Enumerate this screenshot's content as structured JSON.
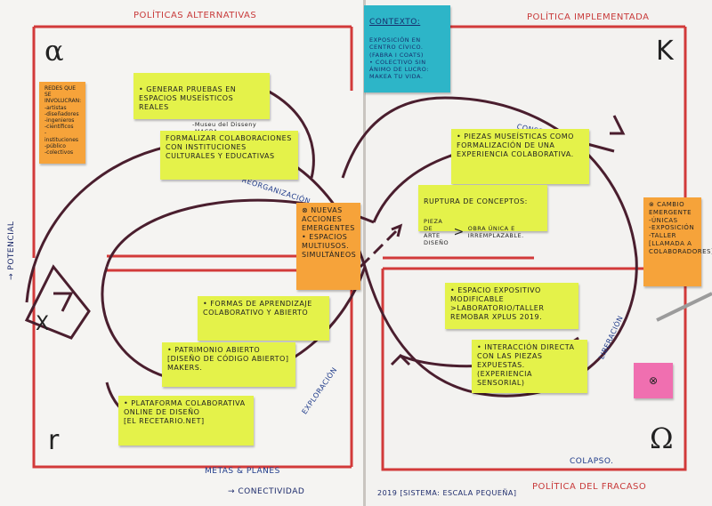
{
  "titles": {
    "politicas_alternativas": "POLÍTICAS ALTERNATIVAS",
    "politica_implementada": "POLÍTICA IMPLEMENTADA",
    "politica_fracaso": "POLÍTICA DEL FRACASO",
    "metas_planes": "METAS & PLANES",
    "potencial": "→ POTENCIAL",
    "conectividad": "→ CONECTIVIDAD",
    "sistema": "2019 [SISTEMA: ESCALA PEQUEÑA]"
  },
  "phases": {
    "reorganizacion": "REORGANIZACIÓN",
    "exploracion": "EXPLORACIÓN",
    "conservacion": "CONSERVACIÓN",
    "liberacion": "LIBERACIÓN",
    "colapso": "COLAPSO."
  },
  "greek": {
    "alpha": "α",
    "kappa": "K",
    "x": "X",
    "r": "r",
    "omega": "Ω"
  },
  "notes": {
    "contexto_title": "CONTEXTO:",
    "contexto_body": "EXPOSICIÓN EN CENTRO CÍVICO.\n(Fabra i Coats)\n• COLECTIVO SIN ÁNIMO DE LUCRO: MAKEA TU VIDA.",
    "redes": "REDES QUE SE INVOLUCRAN:\n-artistas\n-diseñadores\n-ingenieros\n-científicos\n-instituciones\n-público\n-colectivos",
    "generar_pruebas": "• GENERAR PRUEBAS EN ESPACIOS MUSEÍSTICOS REALES",
    "generar_pruebas_sub": "-Museu del Disseny\n-MACBA",
    "formalizar": "FORMALIZAR COLABORACIONES CON INSTITUCIONES CULTURALES Y EDUCATIVAS",
    "nuevas_acciones": "⊗ NUEVAS ACCIONES EMERGENTES\n• ESPACIOS MULTIUSOS. SIMULTÁNEOS",
    "piezas_museisticas": "• PIEZAS MUSEÍSTICAS COMO FORMALIZACIÓN DE UNA EXPERIENCIA COLABORATIVA.",
    "ruptura": "RUPTURA DE CONCEPTOS:",
    "ruptura_left": "PIEZA DE ARTE DISEÑO",
    "ruptura_right": "OBRA ÚNICA E IRREMPLAZABLE.",
    "cambio": "⊗ CAMBIO EMERGENTE\n-únicas\n-exposición\n-taller\n[LLAMADA A COLABORADORES]",
    "formas": "• FORMAS DE APRENDIZAJE COLABORATIVO Y ABIERTO",
    "espacio": "• ESPACIO EXPOSITIVO MODIFICABLE\n>LABORATORIO/TALLER REMOBAR XPLUS 2019.",
    "patrimonio": "• PATRIMONIO ABIERTO\n[DISEÑO DE CÓDIGO ABIERTO]\nMAKERS.",
    "interaccion": "• INTERACCIÓN DIRECTA CON LAS PIEZAS EXPUESTAS. (Experiencia sensorial)",
    "plataforma": "• PLATAFORMA COLABORATIVA ONLINE DE DISEÑO\n[EL RECETARIO.NET]",
    "pink": "⊗"
  }
}
